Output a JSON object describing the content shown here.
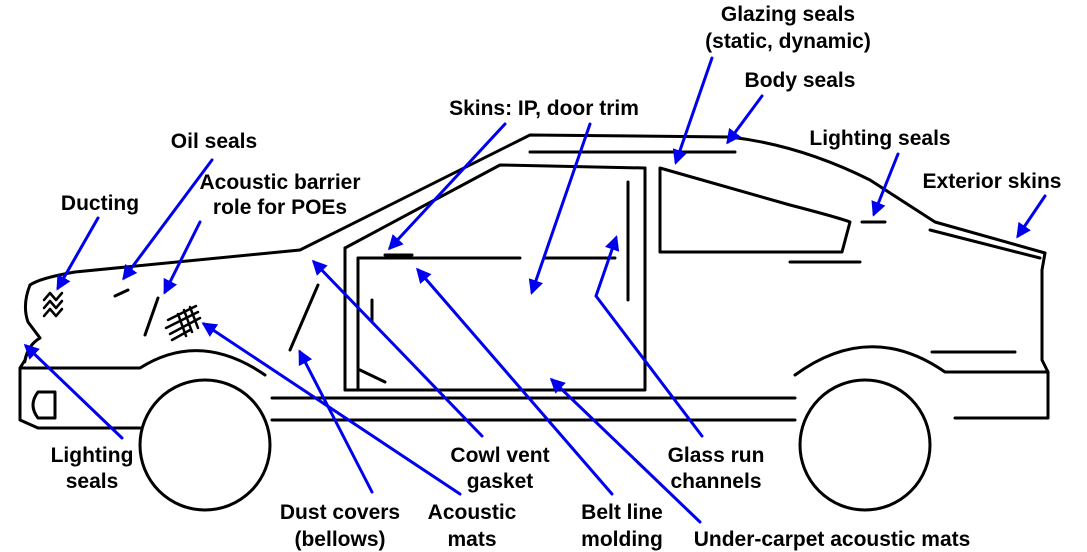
{
  "diagram": {
    "labels": {
      "glazing_seals_line1": "Glazing seals",
      "glazing_seals_line2": "(static, dynamic)",
      "body_seals": "Body seals",
      "skins_ip": "Skins:  IP, door trim",
      "lighting_seals_rear": "Lighting seals",
      "oil_seals": "Oil seals",
      "exterior_skins": "Exterior skins",
      "acoustic_barrier_line1": "Acoustic barrier",
      "acoustic_barrier_line2": "role for POEs",
      "ducting": "Ducting",
      "lighting_seals_front_line1": "Lighting",
      "lighting_seals_front_line2": "seals",
      "cowl_vent_line1": "Cowl vent",
      "cowl_vent_line2": "gasket",
      "glass_run_line1": "Glass run",
      "glass_run_line2": "channels",
      "dust_covers_line1": "Dust covers",
      "dust_covers_line2": "(bellows)",
      "acoustic_mats_line1": "Acoustic",
      "acoustic_mats_line2": "mats",
      "belt_line_line1": "Belt line",
      "belt_line_line2": "molding",
      "under_carpet": "Under-carpet acoustic mats"
    },
    "colors": {
      "leader": "#0000ee",
      "outline": "#000000"
    }
  }
}
